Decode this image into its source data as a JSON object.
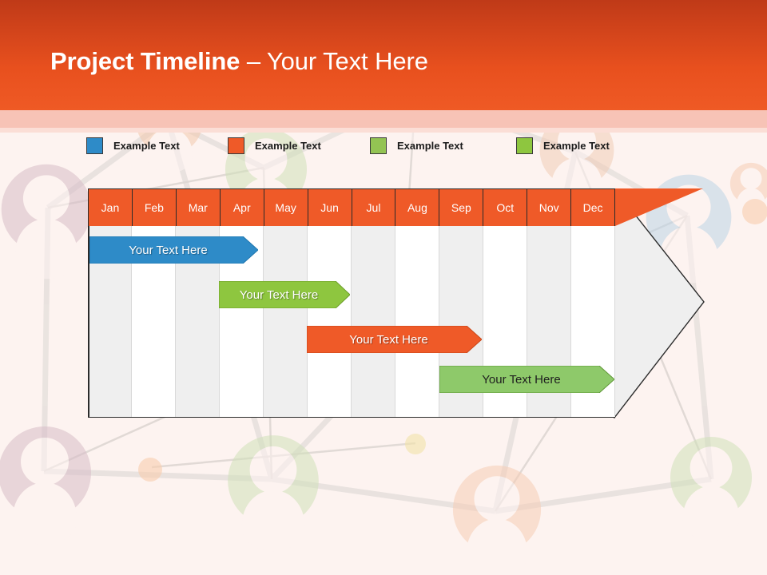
{
  "slide": {
    "title_bold": "Project Timeline",
    "title_regular": " – Your Text Here",
    "header_color": "#ef5a25",
    "background_color": "#fdf3f0"
  },
  "legend": {
    "items": [
      {
        "label": "Example Text",
        "color": "#2e8bc8",
        "border": "#3a3a3a"
      },
      {
        "label": "Example Text",
        "color": "#ef5a28",
        "border": "#3a3a3a"
      },
      {
        "label": "Example Text",
        "color": "#93c353",
        "border": "#3a3a3a"
      },
      {
        "label": "Example Text",
        "color": "#8ec63f",
        "border": "#3a3a3a"
      }
    ]
  },
  "chart_data": {
    "type": "bar",
    "title": "Project Timeline",
    "xlabel": "",
    "ylabel": "",
    "categories": [
      "Jan",
      "Feb",
      "Mar",
      "Apr",
      "May",
      "Jun",
      "Jul",
      "Aug",
      "Sep",
      "Oct",
      "Nov",
      "Dec"
    ],
    "grid": true,
    "legend_position": "top",
    "tasks": [
      {
        "label": "Your  Text Here",
        "color": "#2e8bc8",
        "text_color": "#ffffff",
        "start_month": "Jan",
        "end_month": "Apr",
        "start_index": 0,
        "span": 3.9
      },
      {
        "label": "Your  Text Here",
        "color": "#8ec63f",
        "text_color": "#ffffff",
        "start_month": "Apr",
        "end_month": "Jul",
        "start_index": 3.0,
        "span": 3.0
      },
      {
        "label": "Your  Text Here",
        "color": "#ef5a28",
        "text_color": "#ffffff",
        "start_month": "Jun",
        "end_month": "Oct",
        "start_index": 5.0,
        "span": 4.0
      },
      {
        "label": "Your  Text Here",
        "color": "#8ec96a",
        "text_color": "#1f1f1f",
        "start_month": "Sep",
        "end_month": "Dec",
        "start_index": 8.0,
        "span": 4.0
      }
    ]
  }
}
